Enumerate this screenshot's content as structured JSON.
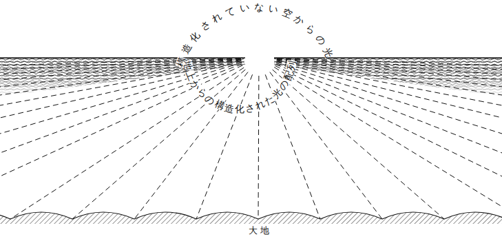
{
  "diagram": {
    "labels": [
      "構造化されていない空からの光",
      "地上からの構造化された光の配列",
      "大 地"
    ]
  }
}
